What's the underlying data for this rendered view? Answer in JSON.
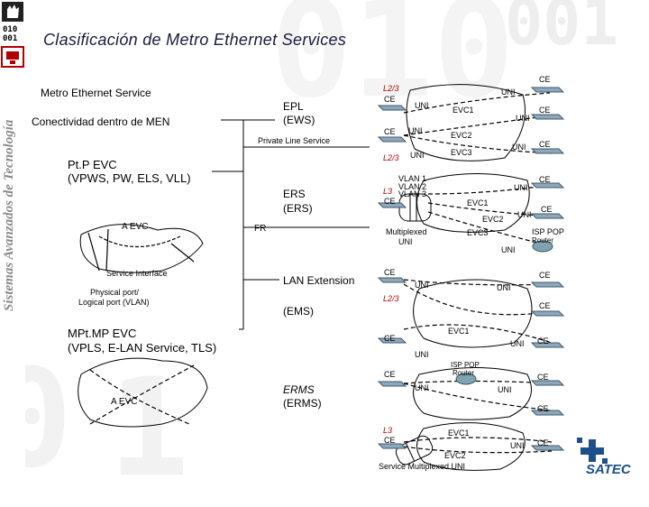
{
  "title": "Clasificación de Metro Ethernet Services",
  "sidebar_text": "Sistemas Avanzados de Tecnología",
  "logo_digits": [
    "010",
    "001"
  ],
  "background_digits": [
    "010",
    "001",
    "0",
    "1"
  ],
  "brand": {
    "name": "SATEC",
    "color": "#1d4f8a"
  },
  "left": {
    "service_heading": "Metro Ethernet Service",
    "connectivity": "Conectividad dentro de MEN",
    "ptp_line1": "Pt.P EVC",
    "ptp_line2": "(VPWS, PW, ELS, VLL)",
    "aevc_top": "A EVC",
    "service_interface": "Service Interface",
    "physical_port_1": "Physical port/",
    "physical_port_2": "Logical port (VLAN)",
    "mpt_line1": "MPt.MP EVC",
    "mpt_line2": "(VPLS, E-LAN Service, TLS)",
    "aevc_bottom": "A EVC"
  },
  "mid": {
    "epl": "EPL",
    "ews": "(EWS)",
    "private_line": "Private Line Service",
    "ers": "ERS",
    "ers2": "(ERS)",
    "fr": "FR",
    "lan_ext": "LAN Extension",
    "ems": "(EMS)",
    "erms": "ERMS",
    "erms2": "(ERMS)"
  },
  "right": {
    "l23": "L2/3",
    "l3": "L3",
    "ce": "CE",
    "uni": "UNI",
    "evc1": "EVC1",
    "evc2": "EVC2",
    "evc3": "EVC3",
    "vlan1": "VLAN 1",
    "vlan2": "VLAN 2",
    "vlan3": "VLAN 3",
    "multiplexed_uni_1": "Multiplexed",
    "multiplexed_uni_2": "UNI",
    "isp_pop": "ISP POP",
    "router": "Router",
    "service_multiplexed_uni": "Service Multiplexed UNI"
  }
}
